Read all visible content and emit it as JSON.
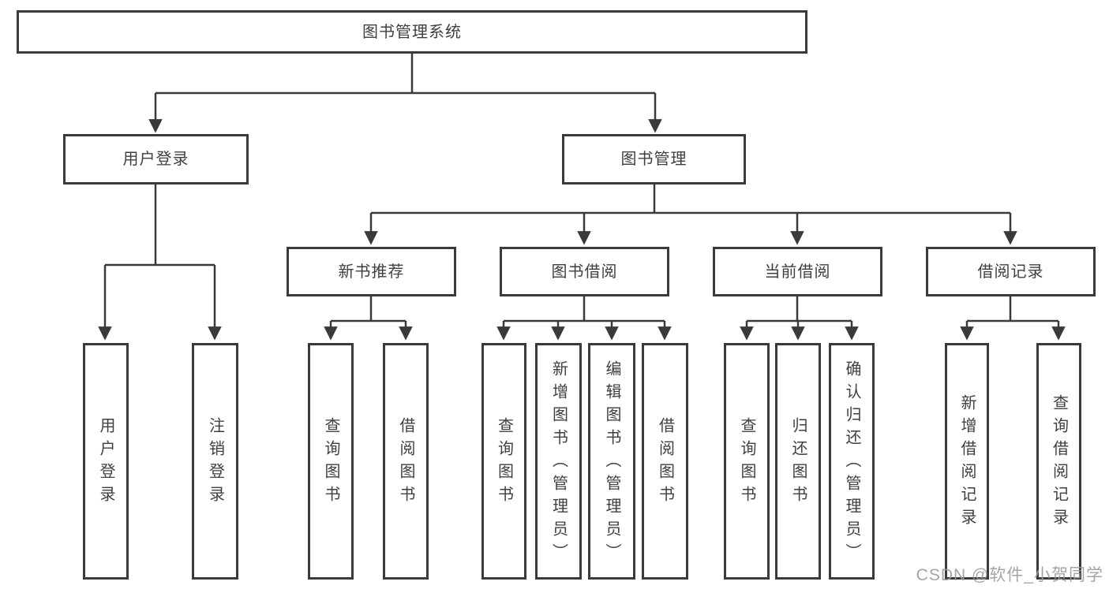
{
  "diagram": {
    "root": "图书管理系统",
    "level1": {
      "login": "用户登录",
      "manage": "图书管理"
    },
    "level2": {
      "recommend": "新书推荐",
      "borrow": "图书借阅",
      "current": "当前借阅",
      "records": "借阅记录"
    },
    "leaves": {
      "login": [
        "用户登录",
        "注销登录"
      ],
      "recommend": [
        "查询图书",
        "借阅图书"
      ],
      "borrow": [
        "查询图书",
        "新增图书（管理员）",
        "编辑图书（管理员）",
        "借阅图书"
      ],
      "current": [
        "查询图书",
        "归还图书",
        "确认归还（管理员）"
      ],
      "records": [
        "新增借阅记录",
        "查询借阅记录"
      ]
    }
  },
  "watermark": "CSDN @软件_小贺同学",
  "colors": {
    "line": "#3a3a3a",
    "text": "#3f3f3f",
    "watermark": "#9c9c9c"
  }
}
